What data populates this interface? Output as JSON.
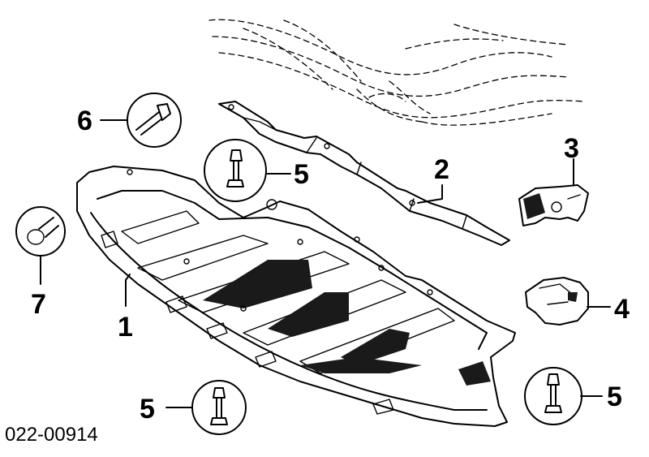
{
  "diagram": {
    "code": "022-00914",
    "callouts": [
      {
        "id": "callout-1",
        "label": "1"
      },
      {
        "id": "callout-2",
        "label": "2"
      },
      {
        "id": "callout-3",
        "label": "3"
      },
      {
        "id": "callout-4",
        "label": "4"
      },
      {
        "id": "callout-5a",
        "label": "5"
      },
      {
        "id": "callout-5b",
        "label": "5"
      },
      {
        "id": "callout-5c",
        "label": "5"
      },
      {
        "id": "callout-6",
        "label": "6"
      },
      {
        "id": "callout-7",
        "label": "7"
      }
    ]
  }
}
